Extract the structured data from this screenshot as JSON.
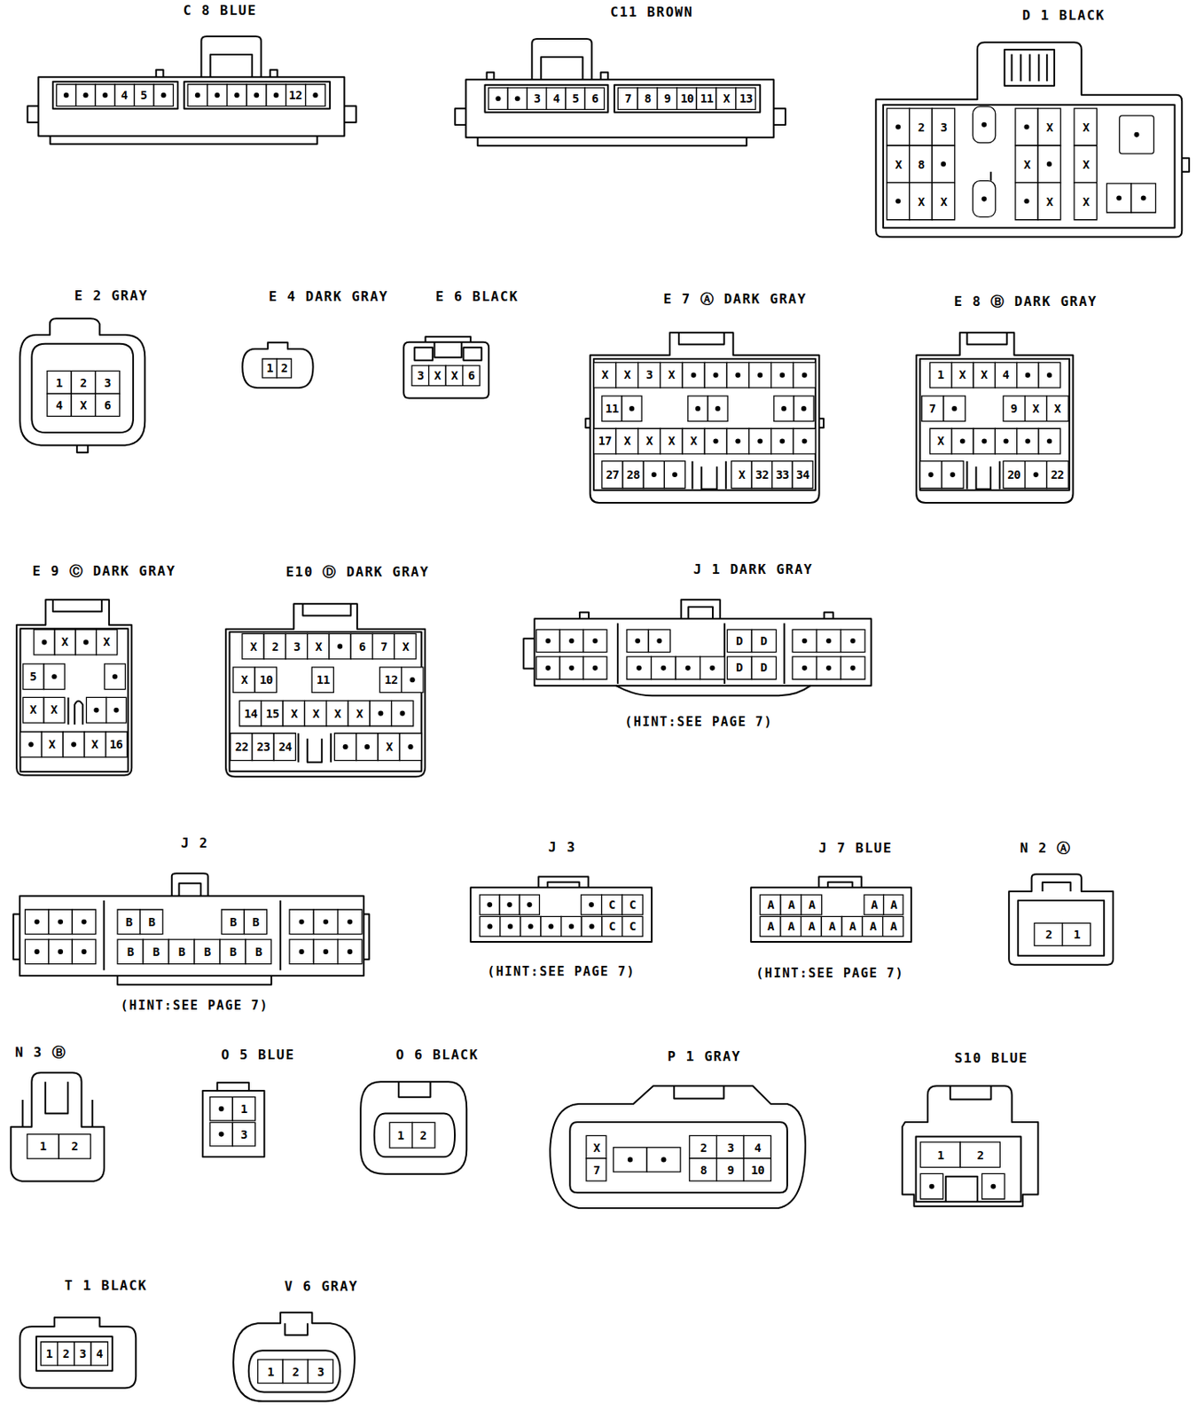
{
  "diagram": {
    "nodes": [
      {
        "text": [
          "C 8 BLUE",
          "4",
          "5",
          "12"
        ]
      },
      {
        "text": [
          "C11 BROWN",
          "3",
          "4",
          "5",
          "6",
          "7",
          "8",
          "9",
          "10",
          "11",
          "X",
          "13"
        ]
      },
      {
        "text": [
          "D 1 BLACK",
          "2",
          "3",
          "X",
          "X",
          "X",
          "8",
          "X",
          "X",
          "X",
          "X",
          "X",
          "X"
        ]
      },
      {
        "text": [
          "E 2 GRAY",
          "1",
          "2",
          "3",
          "4",
          "X",
          "6"
        ]
      },
      {
        "text": [
          "E 4 DARK GRAY",
          "1",
          "2"
        ]
      },
      {
        "text": [
          "E 6 BLACK",
          "3",
          "X",
          "X",
          "6"
        ]
      },
      {
        "text": [
          "E 7 Ⓐ DARK GRAY",
          "X",
          "X",
          "3",
          "X",
          "11",
          "17",
          "X",
          "X",
          "X",
          "X",
          "27",
          "28",
          "X",
          "32",
          "33",
          "34"
        ]
      },
      {
        "text": [
          "E 8 Ⓑ DARK GRAY",
          "1",
          "X",
          "X",
          "4",
          "7",
          "9",
          "X",
          "X",
          "X",
          "20",
          "22"
        ]
      },
      {
        "text": [
          "E 9 Ⓒ DARK GRAY",
          "X",
          "X",
          "5",
          "X",
          "X",
          "X",
          "X",
          "16"
        ]
      },
      {
        "text": [
          "E10 Ⓓ DARK GRAY",
          "X",
          "2",
          "3",
          "X",
          "6",
          "7",
          "X",
          "X",
          "10",
          "11",
          "12",
          "14",
          "15",
          "X",
          "X",
          "X",
          "X",
          "22",
          "23",
          "24",
          "X"
        ]
      },
      {
        "text": [
          "J 1 DARK GRAY",
          "D",
          "D",
          "D",
          "D"
        ]
      },
      {
        "text": [
          "J 2",
          "B",
          "B",
          "B",
          "B",
          "B",
          "B",
          "B",
          "B",
          "B",
          "B"
        ]
      },
      {
        "text": [
          "J 3",
          "C",
          "C",
          "C",
          "C"
        ]
      },
      {
        "text": [
          "J 7 BLUE",
          "A",
          "A",
          "A",
          "A",
          "A",
          "A",
          "A",
          "A",
          "A",
          "A",
          "A",
          "A"
        ]
      },
      {
        "text": [
          "N 2 Ⓐ",
          "2",
          "1"
        ]
      },
      {
        "text": [
          "N 3 Ⓑ",
          "1",
          "2"
        ]
      },
      {
        "text": [
          "O 5 BLUE",
          "1",
          "3"
        ]
      },
      {
        "text": [
          "O 6 BLACK",
          "1",
          "2"
        ]
      },
      {
        "text": [
          "P 1 GRAY",
          "X",
          "2",
          "3",
          "4",
          "7",
          "8",
          "9",
          "10"
        ]
      },
      {
        "text": [
          "S10 BLUE",
          "1",
          "2"
        ]
      },
      {
        "text": [
          "T 1 BLACK",
          "1",
          "2",
          "3",
          "4"
        ]
      },
      {
        "text": [
          "V 6 GRAY",
          "1",
          "2",
          "3"
        ]
      }
    ],
    "labels": [
      "(HINT:SEE PAGE 7)",
      "(HINT:SEE PAGE 7)",
      "(HINT:SEE PAGE 7)",
      "(HINT:SEE PAGE 7)"
    ]
  }
}
